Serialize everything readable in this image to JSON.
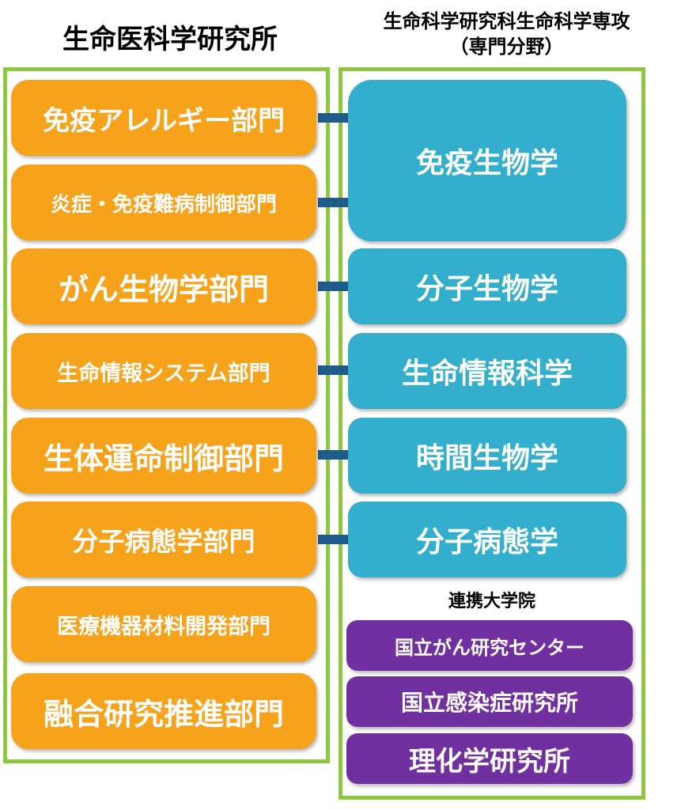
{
  "left_title": "生命医科学研究所",
  "right_title_line1": "生命科学研究科生命科学専攻",
  "right_title_line2": "（専門分野）",
  "departments": [
    "免疫アレルギー部門",
    "炎症・免疫難病制御部門",
    "がん生物学部門",
    "生命情報システム部門",
    "生体運命制御部門",
    "分子病態学部門",
    "医療機器材料開発部門",
    "融合研究推進部門"
  ],
  "fields": [
    "免疫生物学",
    "分子生物学",
    "生命情報科学",
    "時間生物学",
    "分子病態学"
  ],
  "affiliate_heading": "連携大学院",
  "affiliates": [
    "国立がん研究センター",
    "国立感染症研究所",
    "理化学研究所"
  ],
  "colors": {
    "frame_green": "#8dc63f",
    "department_orange": "#f7a21b",
    "field_blue": "#33aecd",
    "affiliate_purple": "#7030a0",
    "connector_navy": "#1f5c8a"
  }
}
